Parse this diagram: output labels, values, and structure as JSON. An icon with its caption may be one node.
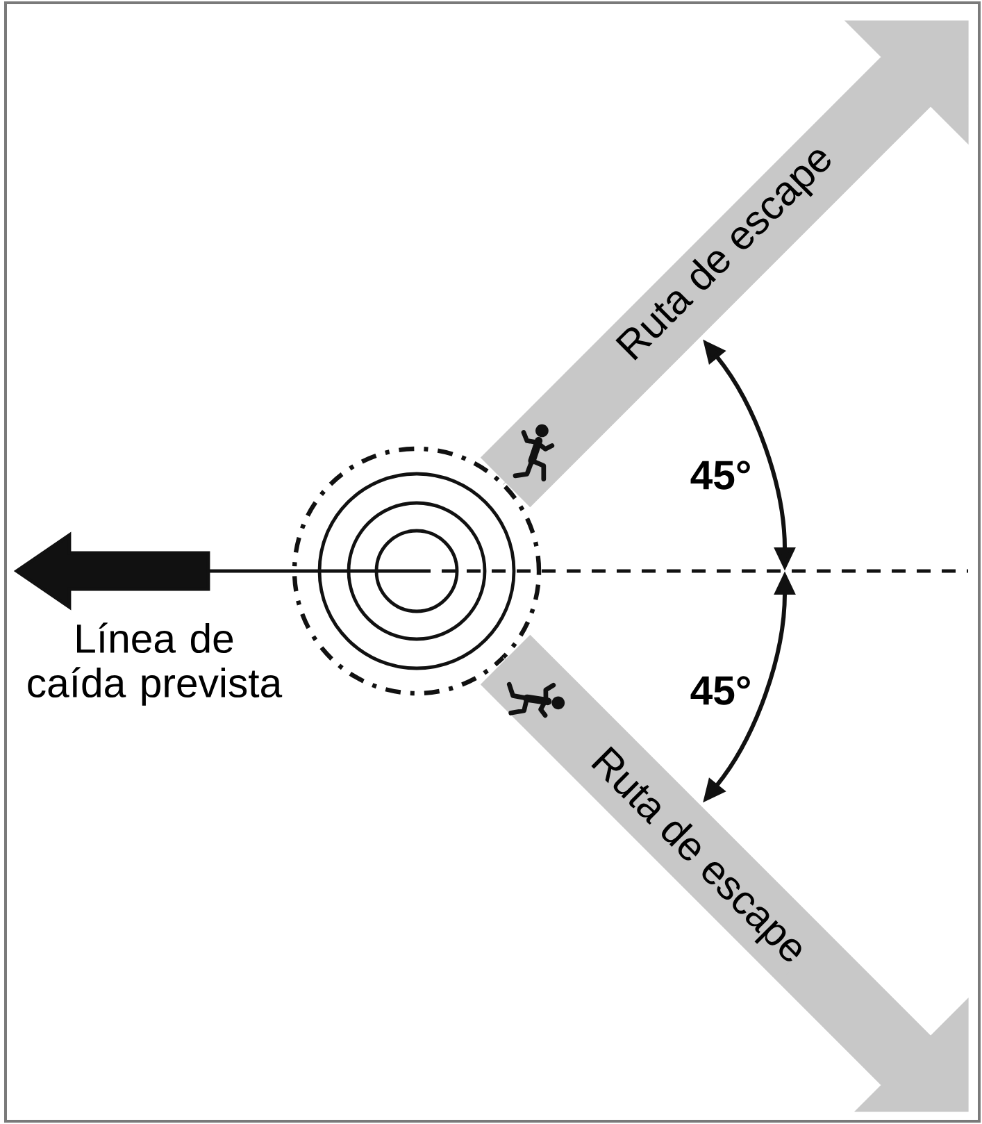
{
  "diagram": {
    "nodes": [
      {
        "text": [],
        "shape": "circle"
      },
      {
        "text": [],
        "shape": "circle",
        "in": 0
      }
    ],
    "edges": [
      {
        "from": 1,
        "to": null,
        "arrow": "to",
        "label": "Línea de caída prevista",
        "color": "#111111"
      },
      {
        "from": 0,
        "to": null,
        "arrow": "to",
        "label": "Ruta de escape"
      },
      {
        "from": 0,
        "to": null,
        "arrow": "to",
        "label": "Ruta de escape"
      }
    ],
    "labels": [
      "45°",
      "45°"
    ]
  }
}
